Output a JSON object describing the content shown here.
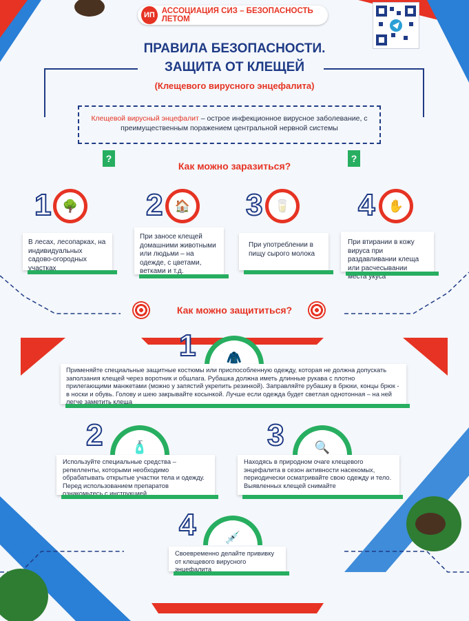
{
  "banner": {
    "text": "АССОЦИАЦИЯ СИЗ – БЕЗОПАСНОСТЬ ЛЕТОМ"
  },
  "header": {
    "title_line1": "ПРАВИЛА БЕЗОПАСНОСТИ.",
    "title_line2": "ЗАЩИТА ОТ КЛЕЩЕЙ",
    "subtitle": "(Клещевого вирусного энцефалита)"
  },
  "definition": {
    "term": "Клещевой вирусный энцефалит",
    "text": " – острое инфекционное вирусное заболевание, с преимущественным поражением центральной нервной системы"
  },
  "badges": {
    "question": "?"
  },
  "infection": {
    "heading": "Как можно заразиться?",
    "items": [
      {
        "num": "1",
        "icon": "tree-icon",
        "text": "В лесах, лесопарках, на индивидуальных садово-огородных участках"
      },
      {
        "num": "2",
        "icon": "animals-icon",
        "text": "При заносе клещей домашними животными или людьми – на одежде, с цветами, ветками и т.д."
      },
      {
        "num": "3",
        "icon": "milk-can-icon",
        "text": "При употреблении в пищу сырого молока"
      },
      {
        "num": "4",
        "icon": "hand-icon",
        "text": "При втирании в кожу вируса при раздавливании клеща или расчесывании места укуса"
      }
    ]
  },
  "protection": {
    "heading": "Как можно защититься?",
    "items": [
      {
        "num": "1",
        "text": "Применяйте специальные защитные костюмы или приспособленную одежду, которая не должна допускать заползания клещей через воротник и обшлага. Рубашка должна иметь длинные рукава с плотно прилегающими манжетами (можно у запястий укрепить резинкой). Заправляйте рубашку в брюки, концы брюк - в носки и обувь. Голову и шею закрывайте косынкой. Лучше если одежда будет светлая однотонная – на ней легче заметить клеща"
      },
      {
        "num": "2",
        "text": "Используйте специальные средства – репелленты, которыми необходимо обрабатывать открытые участки тела и одежду. Перед использованием препаратов ознакомьтесь с инструкцией"
      },
      {
        "num": "3",
        "text": "Находясь в природном очаге клещевого энцефалита в сезон активности насекомых, периодически осматривайте свою одежду и тело. Выявленных клещей снимайте"
      },
      {
        "num": "4",
        "text": "Своевременно делайте прививку от клещевого вирусного энцефалита"
      }
    ]
  },
  "colors": {
    "primary": "#1f3b86",
    "accent": "#e63323",
    "green": "#27ae60",
    "background": "#f4f7fb"
  }
}
